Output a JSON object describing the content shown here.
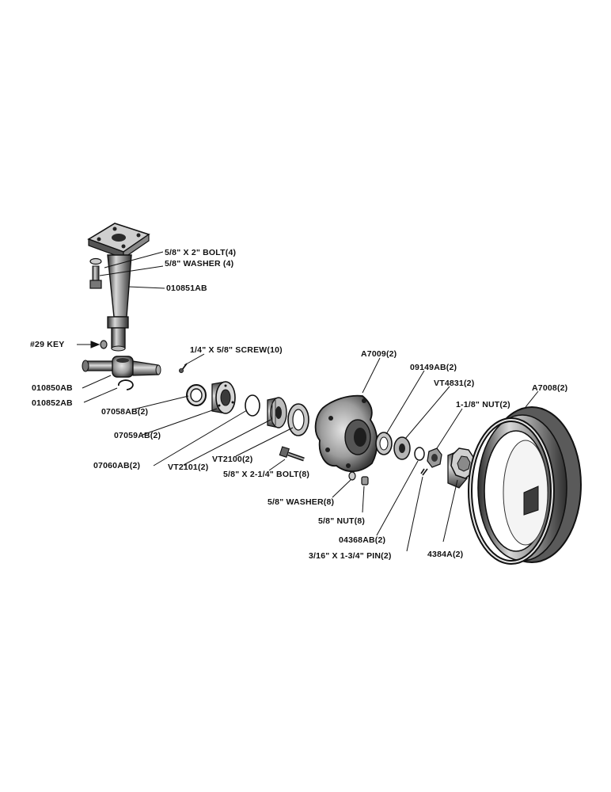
{
  "colors": {
    "ink": "#111111",
    "metal_dark": "#3a3a3a",
    "metal_mid": "#8a8a8a",
    "metal_light": "#d8d8d8",
    "paper": "#ffffff"
  },
  "parts": {
    "bolt_5_8x2": "5/8\" X 2\" BOLT(4)",
    "washer_5_8_4": "5/8\" WASHER (4)",
    "spindle": "010851AB",
    "key_29": "#29 KEY",
    "screw_1_4x5_8": "1/4\" X 5/8\" SCREW(10)",
    "hub": "A7009(2)",
    "bearing_cup_outer": "09149AB(2)",
    "bearing_cone_outer": "VT4831(2)",
    "nut_1_1_8": "1-1/8\" NUT(2)",
    "wheel": "A7008(2)",
    "knuckle": "010850AB",
    "snap_ring": "010852AB",
    "seal": "07058AB(2)",
    "dust_cap_inner": "07059AB(2)",
    "gasket": "07060AB(2)",
    "bearing_cone_inner": "VT2101(2)",
    "bearing_cup_inner": "VT2100(2)",
    "bolt_5_8x2_1_4": "5/8\" X 2-1/4\" BOLT(8)",
    "washer_5_8_8": "5/8\" WASHER(8)",
    "nut_5_8": "5/8\" NUT(8)",
    "washer_04368": "04368AB(2)",
    "pin_3_16": "3/16\" X 1-3/4\" PIN(2)",
    "hub_cap": "4384A(2)"
  }
}
